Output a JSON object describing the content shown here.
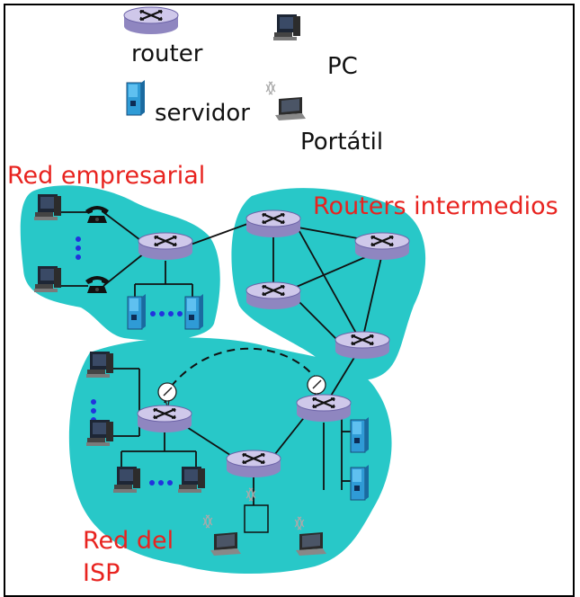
{
  "legend": {
    "router": "router",
    "pc": "PC",
    "server": "servidor",
    "laptop": "Portátil"
  },
  "regions": {
    "enterprise": "Red empresarial",
    "intermediate": "Routers intermedios",
    "isp_line1": "Red del",
    "isp_line2": "ISP"
  },
  "colors": {
    "network": "#28c8c8",
    "router_top": "#c9c2e6",
    "router_side": "#8f86c0",
    "server": "#2f9bd6",
    "label_red": "#e8231f"
  }
}
